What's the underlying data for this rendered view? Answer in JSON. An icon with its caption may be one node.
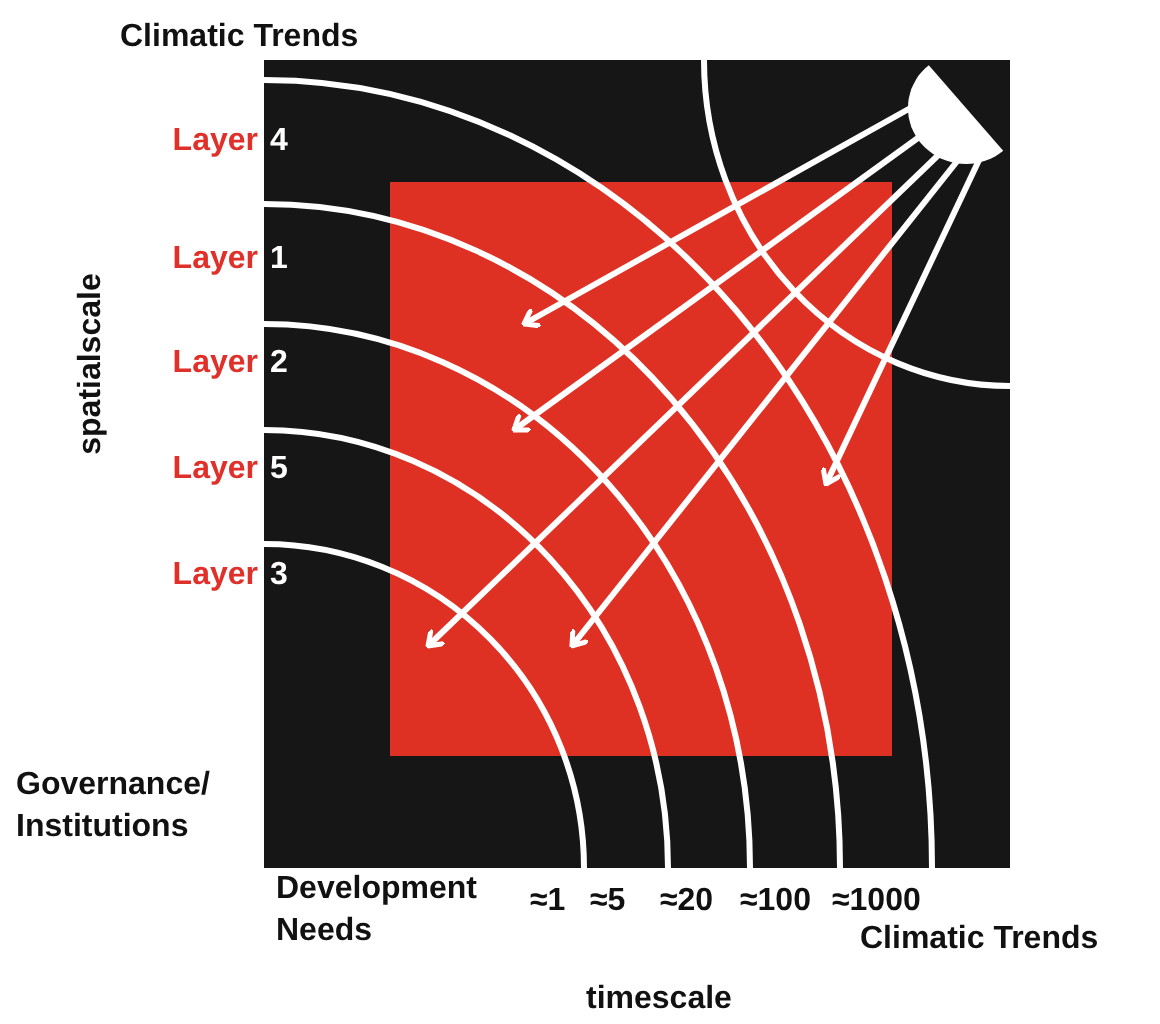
{
  "diagram": {
    "nodes": [
      {
        "text": [],
        "shape": "circle"
      },
      {
        "text": [],
        "shape": "box"
      }
    ],
    "edges": [
      {
        "from": 0,
        "to": 1,
        "arrow": "to"
      },
      {
        "from": 0,
        "to": 1,
        "arrow": "to"
      },
      {
        "from": 0,
        "to": 1,
        "arrow": "to"
      },
      {
        "from": 0,
        "to": 1,
        "arrow": "to"
      },
      {
        "from": 0,
        "to": 1,
        "arrow": "to"
      }
    ],
    "labels": [
      "Climatic Trends",
      "Layer 4",
      "Layer 1",
      "Layer 2",
      "Layer 5",
      "Layer 3",
      "spatialscale",
      "Governance/ Institutions",
      "Development Needs",
      "≈1",
      "≈5",
      "≈20",
      "≈100",
      "≈1000",
      "Climatic Trends",
      "timescale"
    ]
  }
}
